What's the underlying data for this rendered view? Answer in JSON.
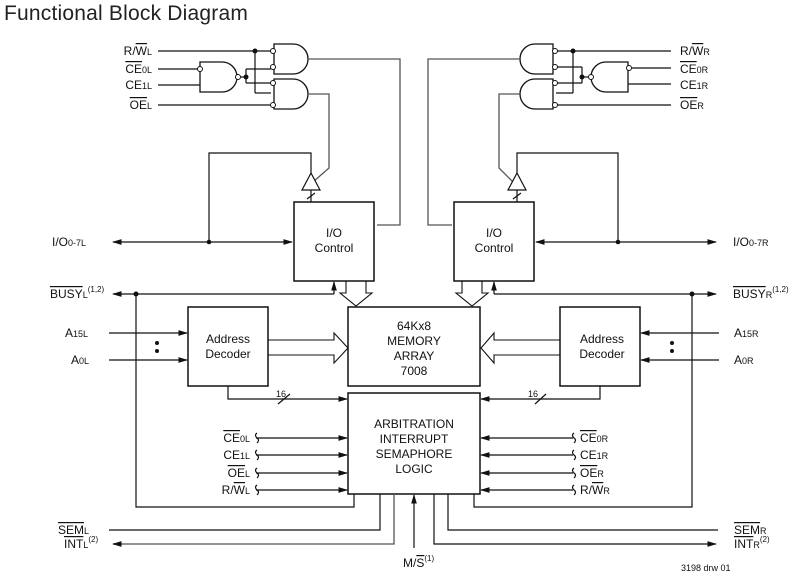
{
  "title": "Functional Block Diagram",
  "drawing_id": "3198 drw 01",
  "blocks": {
    "io_control_left": [
      "I/O",
      "Control"
    ],
    "io_control_right": [
      "I/O",
      "Control"
    ],
    "address_decoder_left": [
      "Address",
      "Decoder"
    ],
    "address_decoder_right": [
      "Address",
      "Decoder"
    ],
    "memory_array": [
      "64Kx8",
      "MEMORY",
      "ARRAY",
      "7008"
    ],
    "arbitration_logic": [
      "ARBITRATION",
      "INTERRUPT",
      "SEMAPHORE",
      "LOGIC"
    ]
  },
  "bus_width_label": "16",
  "signals_left": {
    "rw": {
      "main": "R/",
      "bar": "W",
      "sub": "L"
    },
    "ce0": {
      "bar": "CE",
      "sub": "0L"
    },
    "ce1": {
      "main": "CE",
      "sub": "1L"
    },
    "oe": {
      "bar": "OE",
      "sub": "L"
    },
    "io": {
      "main": "I/O",
      "sub": "0-7L"
    },
    "busy": {
      "bar": "BUSY",
      "sub": "L",
      "sup": "(1,2)"
    },
    "a15": {
      "main": "A",
      "sub": "15L"
    },
    "a0": {
      "main": "A",
      "sub": "0L"
    },
    "sem": {
      "bar": "SEM",
      "sub": "L"
    },
    "int": {
      "bar": "INT",
      "sub": "L",
      "sup": "(2)"
    }
  },
  "signals_right": {
    "rw": {
      "main": "R/",
      "bar": "W",
      "sub": "R"
    },
    "ce0": {
      "bar": "CE",
      "sub": "0R"
    },
    "ce1": {
      "main": "CE",
      "sub": "1R"
    },
    "oe": {
      "bar": "OE",
      "sub": "R"
    },
    "io": {
      "main": "I/O",
      "sub": "0-7R"
    },
    "busy": {
      "bar": "BUSY",
      "sub": "R",
      "sup": "(1,2)"
    },
    "a15": {
      "main": "A",
      "sub": "15R"
    },
    "a0": {
      "main": "A",
      "sub": "0R"
    },
    "sem": {
      "bar": "SEM",
      "sub": "R"
    },
    "int": {
      "bar": "INT",
      "sub": "R",
      "sup": "(2)"
    }
  },
  "master_slave": {
    "main": "M/",
    "bar": "S",
    "sup": "(1)"
  }
}
